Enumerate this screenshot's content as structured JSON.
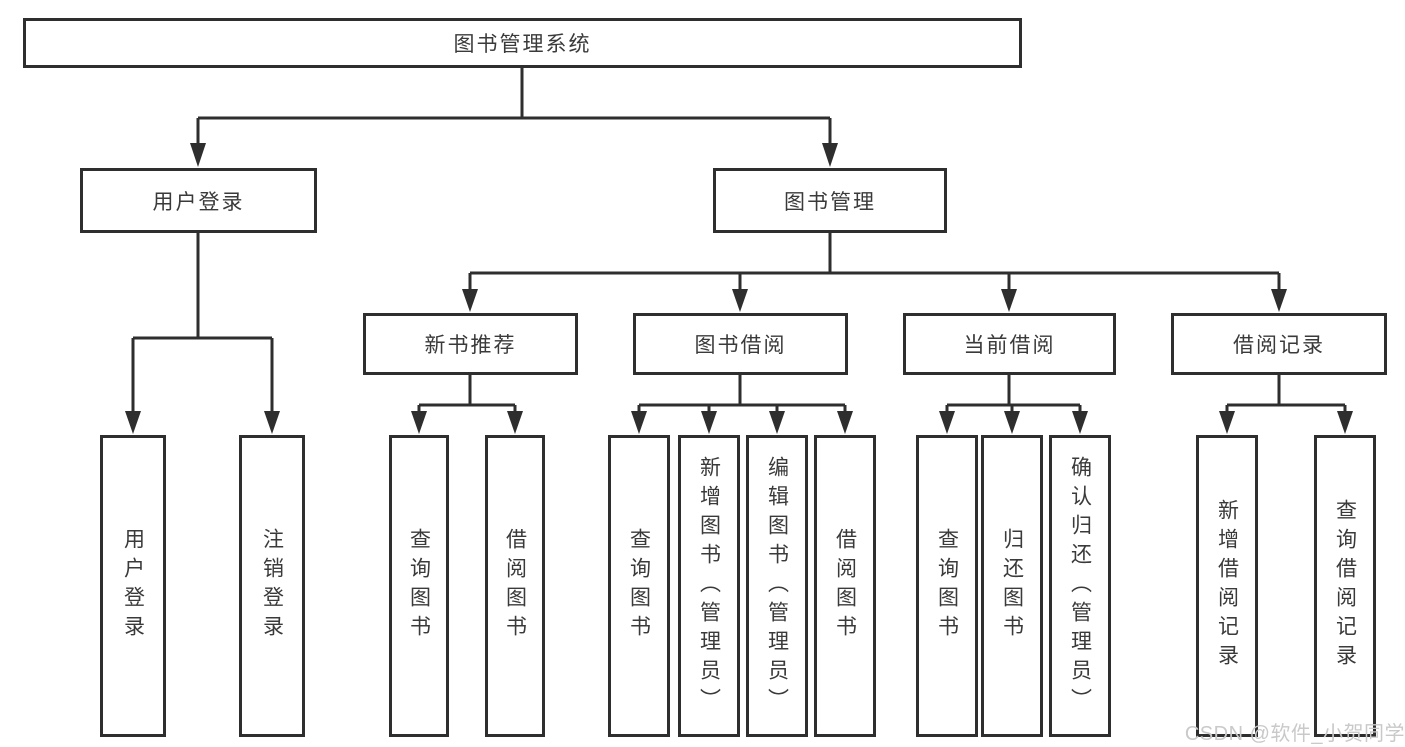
{
  "colors": {
    "background": "#ffffff",
    "line": "#2e2e2e",
    "box_border": "#2e2e2e",
    "text": "#3a3a3a",
    "watermark": "#c9c9c9"
  },
  "watermark": "CSDN @软件_小贺同学",
  "tree": {
    "root": "图书管理系统",
    "user_login": {
      "label": "用户登录",
      "children": [
        "用户登录",
        "注销登录"
      ]
    },
    "book_management": {
      "label": "图书管理",
      "groups": [
        {
          "label": "新书推荐",
          "children": [
            "查询图书",
            "借阅图书"
          ]
        },
        {
          "label": "图书借阅",
          "children": [
            "查询图书",
            "新增图书（管理员）",
            "编辑图书（管理员）",
            "借阅图书"
          ]
        },
        {
          "label": "当前借阅",
          "children": [
            "查询图书",
            "归还图书",
            "确认归还（管理员）"
          ]
        },
        {
          "label": "借阅记录",
          "children": [
            "新增借阅记录",
            "查询借阅记录"
          ]
        }
      ]
    }
  }
}
